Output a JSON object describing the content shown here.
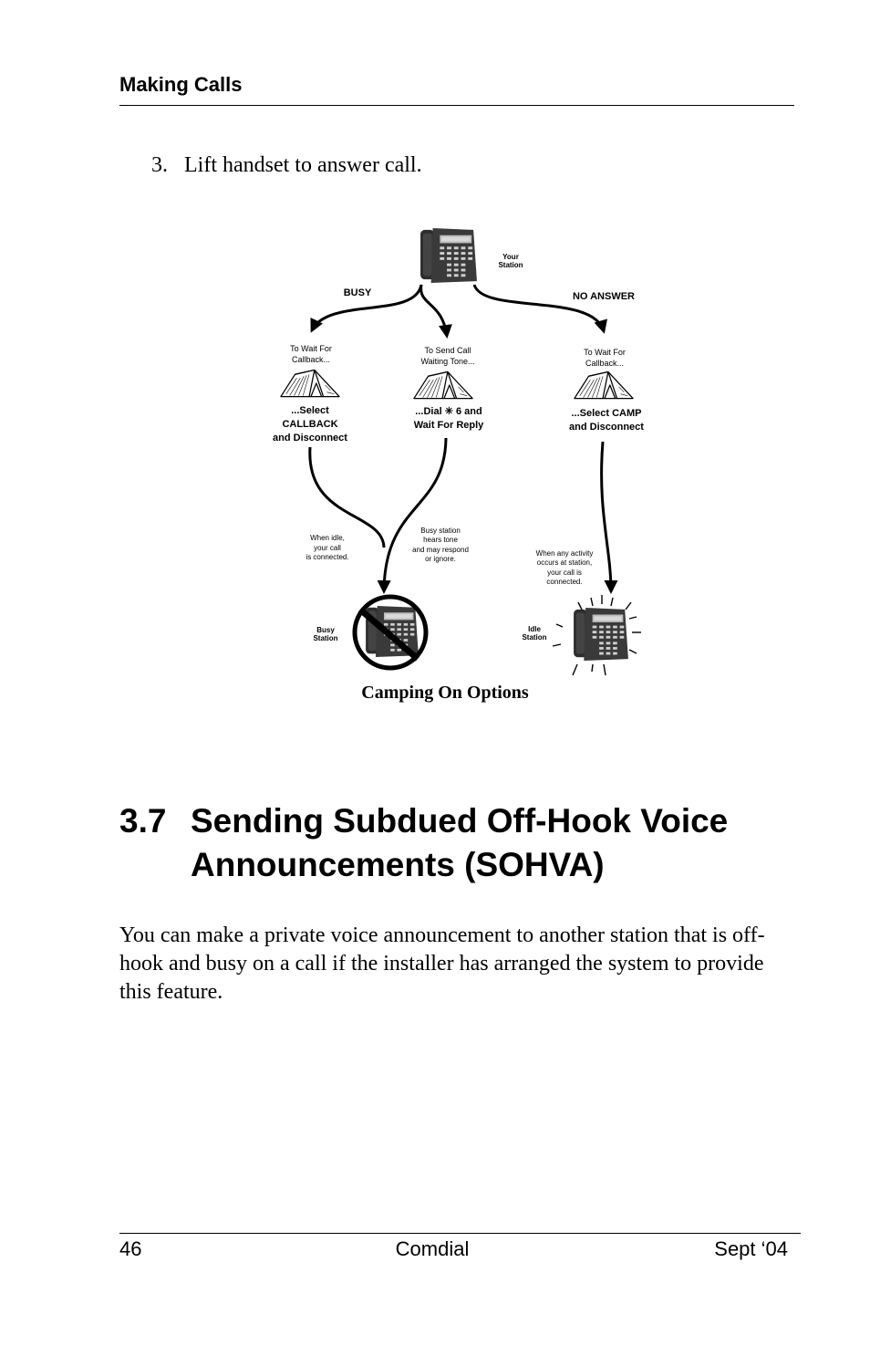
{
  "header": {
    "title": "Making Calls"
  },
  "step": {
    "number": "3.",
    "text": "Lift handset to answer call."
  },
  "figure": {
    "your_station": [
      "Your",
      "Station"
    ],
    "busy": "BUSY",
    "no_answer": "NO ANSWER",
    "left_intro": [
      "To Wait For",
      "Callback..."
    ],
    "left_action": [
      "...Select",
      "CALLBACK",
      "and Disconnect"
    ],
    "mid_intro": [
      "To Send Call",
      "Waiting Tone..."
    ],
    "mid_action": [
      "...Dial ✳ 6 and",
      "Wait For Reply"
    ],
    "right_intro": [
      "To Wait For",
      "Callback..."
    ],
    "right_action": [
      "...Select CAMP",
      "and Disconnect"
    ],
    "left_note": [
      "When idle,",
      "your call",
      "is connected."
    ],
    "mid_note": [
      "Busy station",
      "hears tone",
      "and may respond",
      "or ignore."
    ],
    "right_note": [
      "When any activity",
      "occurs at station,",
      "your call is",
      "connected."
    ],
    "busy_station": [
      "Busy",
      "Station"
    ],
    "idle_station": [
      "Idle",
      "Station"
    ],
    "caption": "Camping On Options"
  },
  "section": {
    "number": "3.7",
    "title_line1": "Sending Subdued Off-Hook Voice",
    "title_line2": "Announcements (SOHVA)"
  },
  "body": "You can make a private voice announcement to another station that is off-hook and busy on a call if the installer has arranged the system to provide this feature.",
  "footer": {
    "page": "46",
    "brand": "Comdial",
    "date": "Sept ‘04"
  }
}
